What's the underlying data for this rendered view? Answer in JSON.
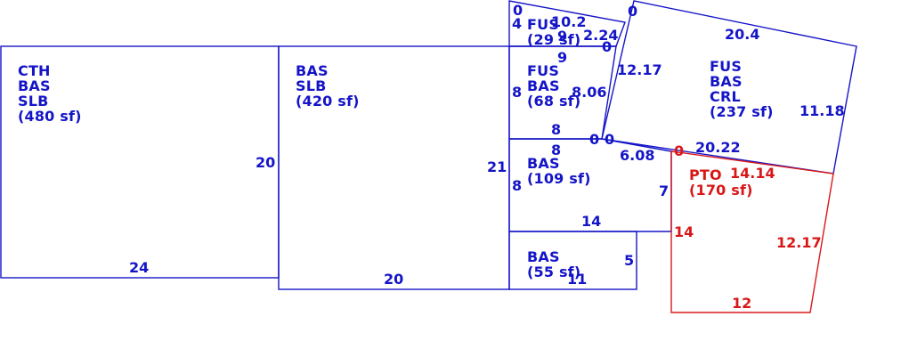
{
  "colors": {
    "blue": "#1515c8",
    "red": "#d81818",
    "background": "#ffffff"
  },
  "areas": {
    "cth_bas_slb": {
      "line1": "CTH",
      "line2": "BAS",
      "line3": "SLB",
      "line4": "(480 sf)"
    },
    "bas_slb_420": {
      "line1": "BAS",
      "line2": "SLB",
      "line3": "(420 sf)"
    },
    "fus_bas_crl": {
      "line1": "FUS",
      "line2": "BAS",
      "line3": "CRL",
      "line4": "(237 sf)"
    },
    "fus_29": {
      "line1": "FUS",
      "line2": "(29 sf)"
    },
    "fus_bas_68": {
      "line1": "FUS",
      "line2": "BAS",
      "line3": "(68 sf)"
    },
    "bas_109": {
      "line1": "BAS",
      "line2": "(109 sf)"
    },
    "bas_55": {
      "line1": "BAS",
      "line2": "(55 sf)"
    },
    "pto_170": {
      "line1": "PTO",
      "line2": "(170 sf)"
    }
  },
  "dimensions": {
    "cth_right": "20",
    "cth_bottom": "24",
    "bas420_bottom": "20",
    "bas420_right": "21",
    "fus29_top_left": "0",
    "fus29_left": "4",
    "fus29_top": "10.2",
    "fus29_right": "2.24",
    "fus29_bottom": "9",
    "fus29_corner": "0",
    "fus68_top": "9",
    "fus68_left": "8",
    "fus68_right": "8.06",
    "fus68_bottom": "8",
    "fus68_corner_a": "0",
    "fus68_corner_b": "0",
    "bas109_top": "8",
    "bas109_left": "8",
    "bas109_top_right": "6.08",
    "bas109_right": "7",
    "bas109_bottom": "14",
    "bas55_right": "5",
    "bas55_bottom": "11",
    "crl_top_corner": "0",
    "crl_top": "20.4",
    "crl_left": "12.17",
    "crl_right": "11.18",
    "crl_bottom": "20.22",
    "pto_corner": "0",
    "pto_top": "14.14",
    "pto_left": "14",
    "pto_right": "12.17",
    "pto_bottom": "12"
  }
}
